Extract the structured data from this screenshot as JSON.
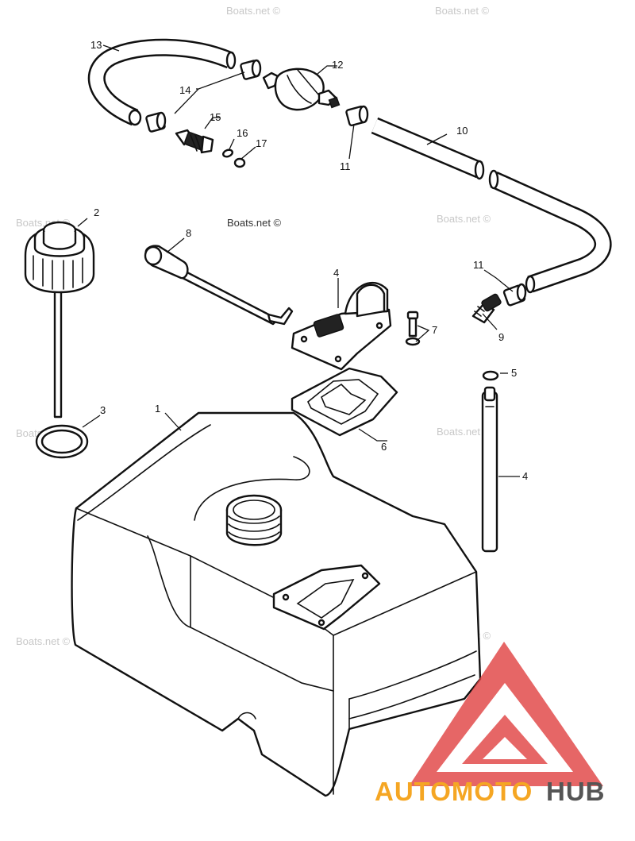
{
  "callouts": [
    "1",
    "2",
    "3",
    "4",
    "4",
    "5",
    "6",
    "7",
    "8",
    "9",
    "10",
    "11",
    "11",
    "12",
    "13",
    "14",
    "15",
    "16",
    "17"
  ],
  "watermark": "Boats.net ©",
  "logo": {
    "part1": "AUTOMOTO",
    "part2": "HUB",
    "color_orange": "#f5a623",
    "color_dark": "#555555",
    "color_red": "#e04040"
  }
}
